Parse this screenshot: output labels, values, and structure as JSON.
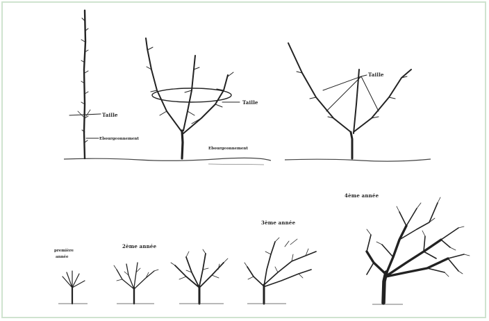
{
  "labels": {
    "taille_1": "Taille",
    "taille_2": "Taille",
    "taille_3": "Taille",
    "ebourgeonnement_1": "Ebourgeonnement",
    "ebourgeonnement_2": "Ebourgeonnement",
    "year_0_line1": "première",
    "year_0_line2": "année",
    "year_2": "2ème année",
    "year_3": "3ème année",
    "year_4": "4ème année"
  },
  "colors": {
    "frame_border": "#cfe3cf",
    "ink": "#222222",
    "background": "#ffffff"
  }
}
